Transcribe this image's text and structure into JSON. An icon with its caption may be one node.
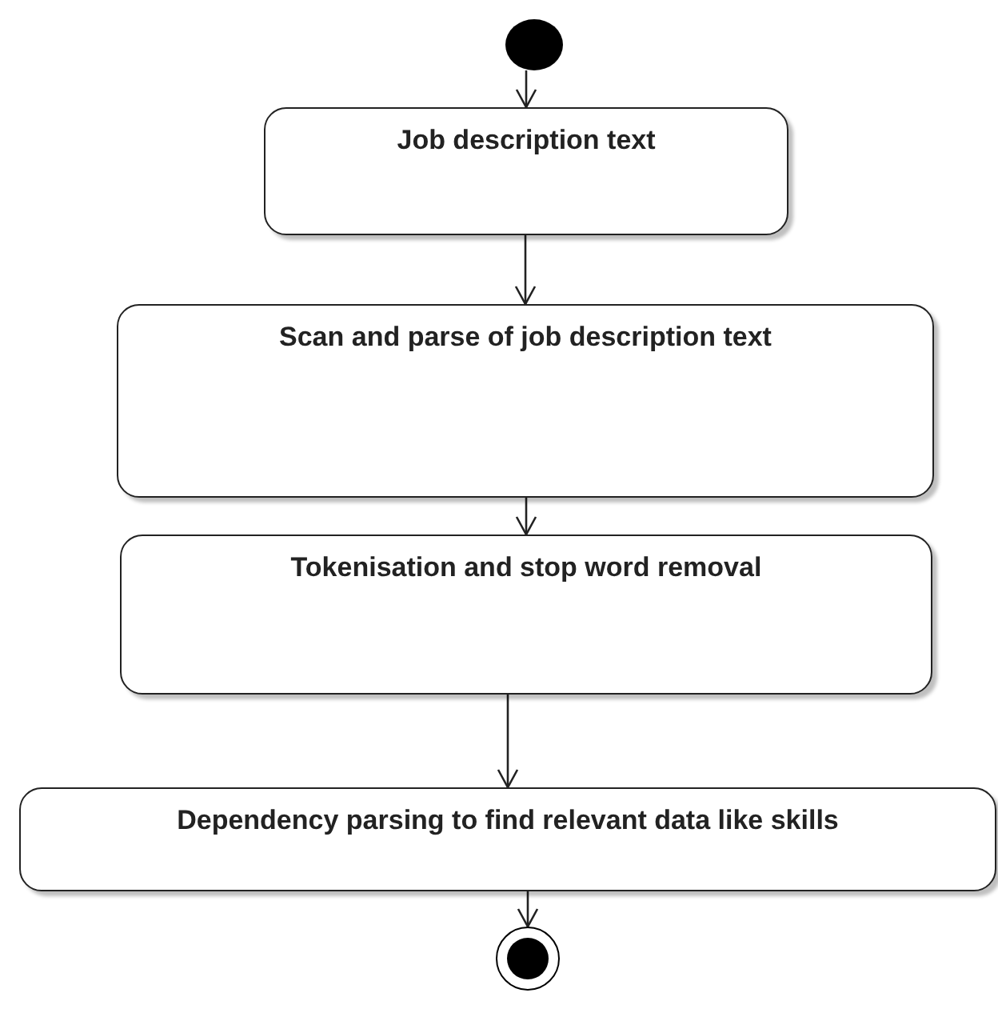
{
  "diagram": {
    "nodes": [
      {
        "text": [],
        "shape": "circle"
      },
      {
        "text": [
          "Job description text"
        ]
      },
      {
        "text": [
          "Scan and parse of job description text"
        ]
      },
      {
        "text": [
          "Tokenisation and stop word removal"
        ]
      },
      {
        "text": [
          "Dependency parsing to find relevant data like skills"
        ]
      },
      {
        "text": [],
        "shape": "circle"
      }
    ],
    "edges": [
      {
        "from": 0,
        "to": 1,
        "arrow": "to"
      },
      {
        "from": 1,
        "to": 2,
        "arrow": "to"
      },
      {
        "from": 2,
        "to": 3,
        "arrow": "to"
      },
      {
        "from": 3,
        "to": 4,
        "arrow": "to"
      },
      {
        "from": 4,
        "to": 5,
        "arrow": "to"
      }
    ]
  }
}
